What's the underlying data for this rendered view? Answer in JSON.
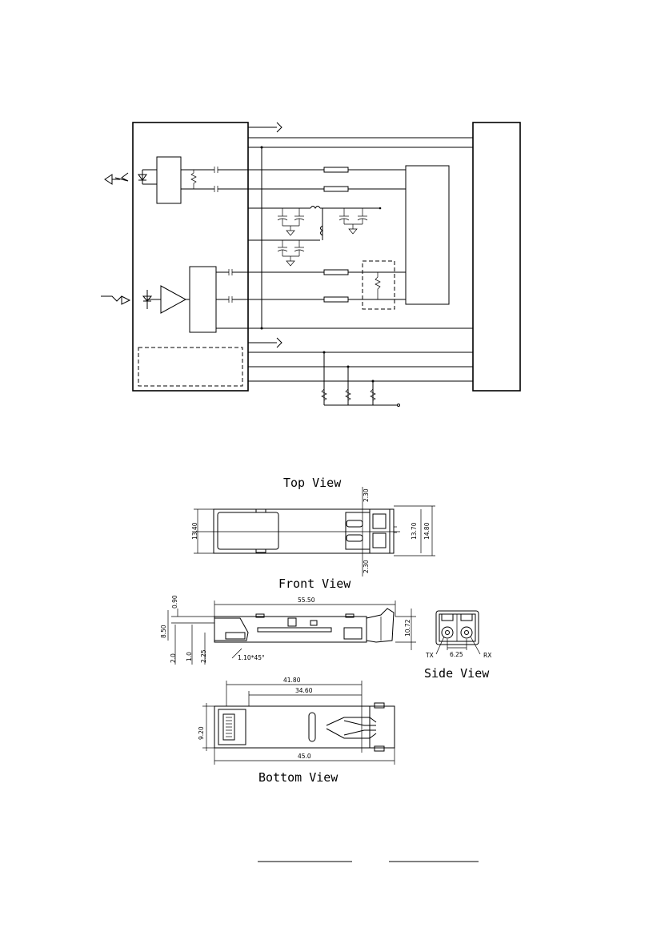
{
  "views": {
    "top": "Top  View",
    "front": "Front  View",
    "side": "Side  View",
    "bottom": "Bottom   View"
  },
  "dimensions": {
    "top_2_30_a": "2.30",
    "top_13_40": "13.40",
    "top_13_70": "13.70",
    "top_14_80": "14.80",
    "top_2_30_b": "2.30",
    "front_0_90": "0.90",
    "front_55_50": "55.50",
    "front_8_50": "8.50",
    "front_10_72": "10.72",
    "front_2_0": "2.0",
    "front_1_0": "1.0",
    "front_2_25": "2.25",
    "front_chamfer": "1.10*45°",
    "side_tx": "TX",
    "side_6_25": "6.25",
    "side_rx": "RX",
    "bottom_41_80": "41.80",
    "bottom_34_60": "34.60",
    "bottom_9_20": "9.20",
    "bottom_45_0": "45.0"
  }
}
